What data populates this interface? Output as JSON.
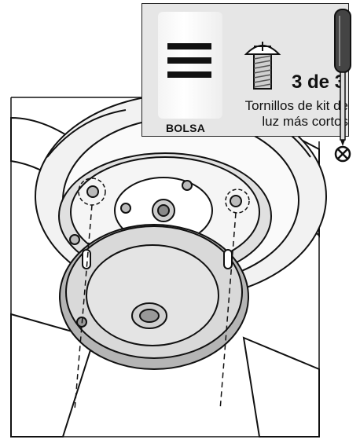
{
  "callout": {
    "bag_label": "BOLSA",
    "quantity": "3 de 3",
    "caption_line1": "Tornillos de kit de",
    "caption_line2": "luz más cortos"
  },
  "icons": [
    "bag-icon",
    "screw-icon",
    "phillips-screwdriver-icon",
    "phillips-head-icon"
  ],
  "colors": {
    "callout_bg": "#e6e6e6",
    "ink": "#111111",
    "screwdriver_handle": "#444444"
  }
}
